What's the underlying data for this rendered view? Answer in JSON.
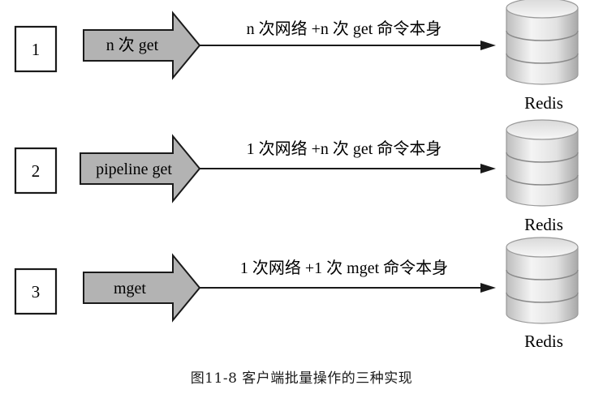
{
  "rows": [
    {
      "number": "1",
      "arrow_label": "n 次 get",
      "link_label": "n 次网络 +n 次 get 命令本身",
      "server_label": "Redis"
    },
    {
      "number": "2",
      "arrow_label": "pipeline get",
      "link_label": "1 次网络 +n 次 get 命令本身",
      "server_label": "Redis"
    },
    {
      "number": "3",
      "arrow_label": "mget",
      "link_label": "1 次网络 +1 次 mget 命令本身",
      "server_label": "Redis"
    }
  ],
  "caption": "图11-8    客户端批量操作的三种实现",
  "colors": {
    "arrow_fill": "#b3b3b3",
    "stroke": "#1a1a1a",
    "cylinder_light": "#f2f2f2",
    "cylinder_dark": "#bdbdbd"
  }
}
